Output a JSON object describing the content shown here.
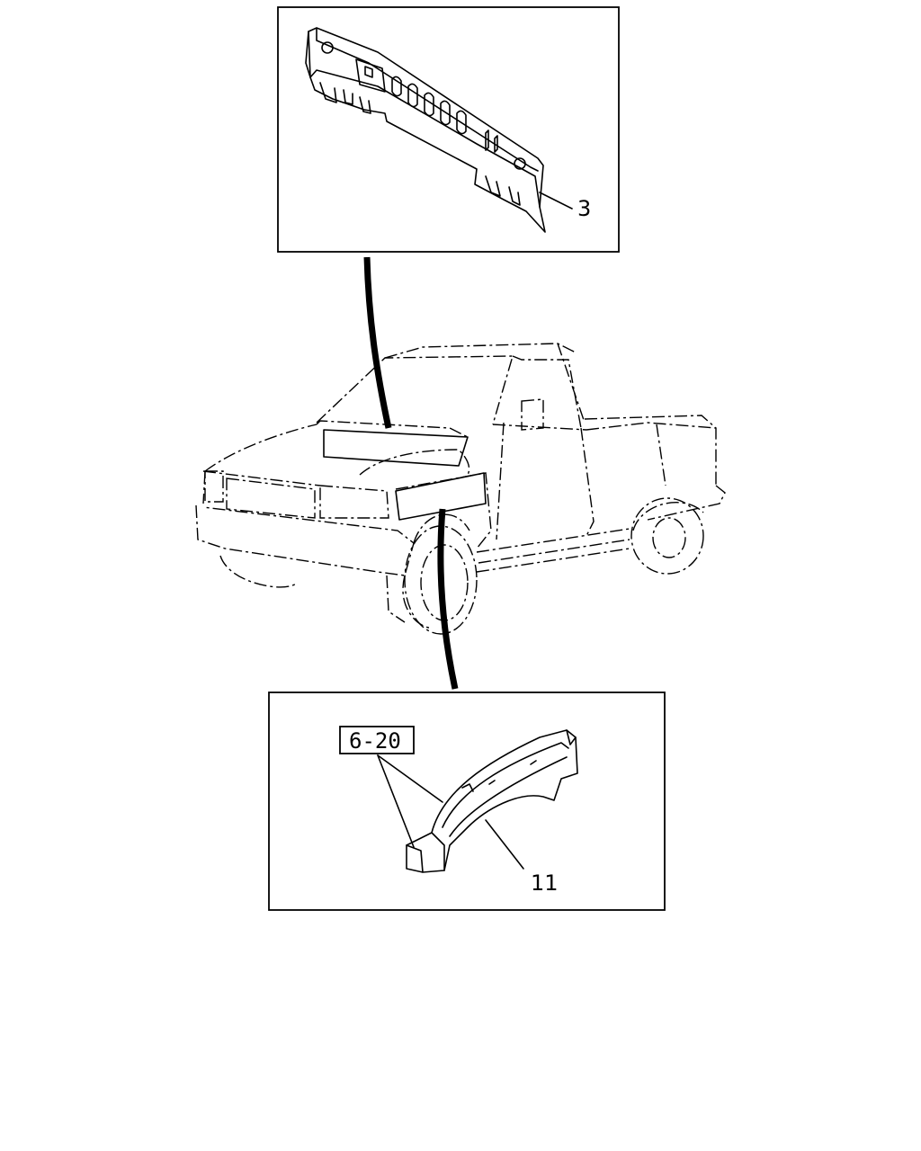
{
  "callouts": {
    "top_part_number": "3",
    "bottom_part_number": "11",
    "reference_box": "6-20"
  },
  "icons": {
    "top_detail": "dash-panel-icon",
    "main_view": "pickup-truck-icon",
    "bottom_detail": "inner-fender-icon"
  }
}
